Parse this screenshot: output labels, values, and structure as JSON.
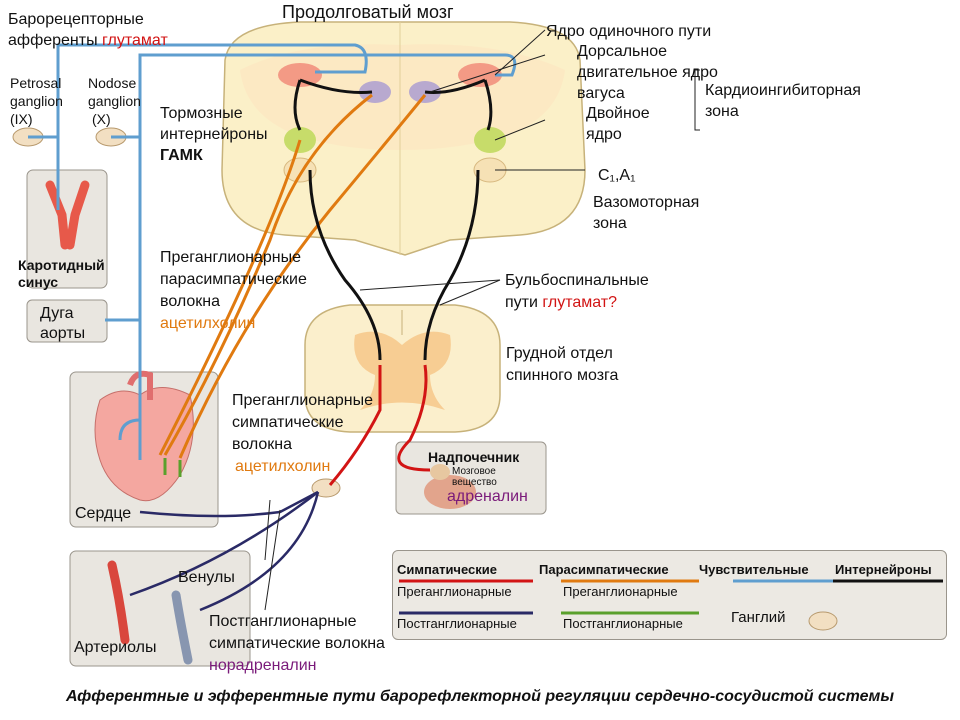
{
  "title": "Продолговатый мозг",
  "baroreceptor": {
    "line1": "Барорецепторные",
    "line2": "афференты",
    "glutamate": "глутамат"
  },
  "petrosal": [
    "Petrosal",
    "ganglion",
    "(IX)"
  ],
  "nodose": [
    "Nodose",
    "ganglion",
    "(X)"
  ],
  "nts": "Ядро одиночного пути",
  "dmnv": [
    "Дорсальное",
    "двигательное ядро",
    "вагуса"
  ],
  "nucleus_ambiguus": [
    "Двойное",
    "ядро"
  ],
  "cardioinhibitory": [
    "Кардиоингибиторная",
    "зона"
  ],
  "c1a1": "C₁,A₁",
  "vasomotor": [
    "Вазомоторная",
    "зона"
  ],
  "inhibitory": {
    "line1": "Тормозные",
    "line2": "интернейроны",
    "gaba": "ГАМК"
  },
  "carotid_sinus": [
    "Каротидный",
    "синус"
  ],
  "aortic_arch": [
    "Дуга",
    "аорты"
  ],
  "preganglionic_parasym": {
    "line1": "Преганглионарные",
    "line2": "парасимпатические",
    "line3": "волокна",
    "ach": "ацетилхолин"
  },
  "bulbospinal": {
    "line1": "Бульбоспинальные",
    "line2": "пути",
    "glutamate": "глутамат?"
  },
  "thoracic": [
    "Грудной отдел",
    "спинного мозга"
  ],
  "preganglionic_sym": {
    "line1": "Преганглионарные",
    "line2": "симпатические",
    "line3": "волокна",
    "ach": "ацетилхолин"
  },
  "adrenal": {
    "title": "Надпочечник",
    "medulla1": "Мозговое",
    "medulla2": "вещество",
    "adrenaline": "адреналин"
  },
  "heart": "Сердце",
  "venules": "Венулы",
  "arterioles": "Артериолы",
  "postganglionic": {
    "line1": "Постганглионарные",
    "line2": "симпатические волокна",
    "na": "норадреналин"
  },
  "legend": {
    "sympathetic": "Симпатические",
    "parasympathetic": "Парасимпатические",
    "sensory": "Чувствительные",
    "interneurons": "Интернейроны",
    "pre1": "Преганглионарные",
    "pre2": "Преганглионарные",
    "post1": "Постганглионарные",
    "post2": "Постганглионарные",
    "ganglion": "Ганглий",
    "colors": {
      "sympathetic": "#d21414",
      "parasympathetic": "#e07a10",
      "sensory": "#5f9ecf",
      "interneuron": "#111111",
      "postganglionic": "#2a2a66",
      "para_post": "#5aa02c"
    }
  },
  "caption": "Афферентные и эфферентные пути барорефлекторной регуляции сердечно-сосудистой системы"
}
